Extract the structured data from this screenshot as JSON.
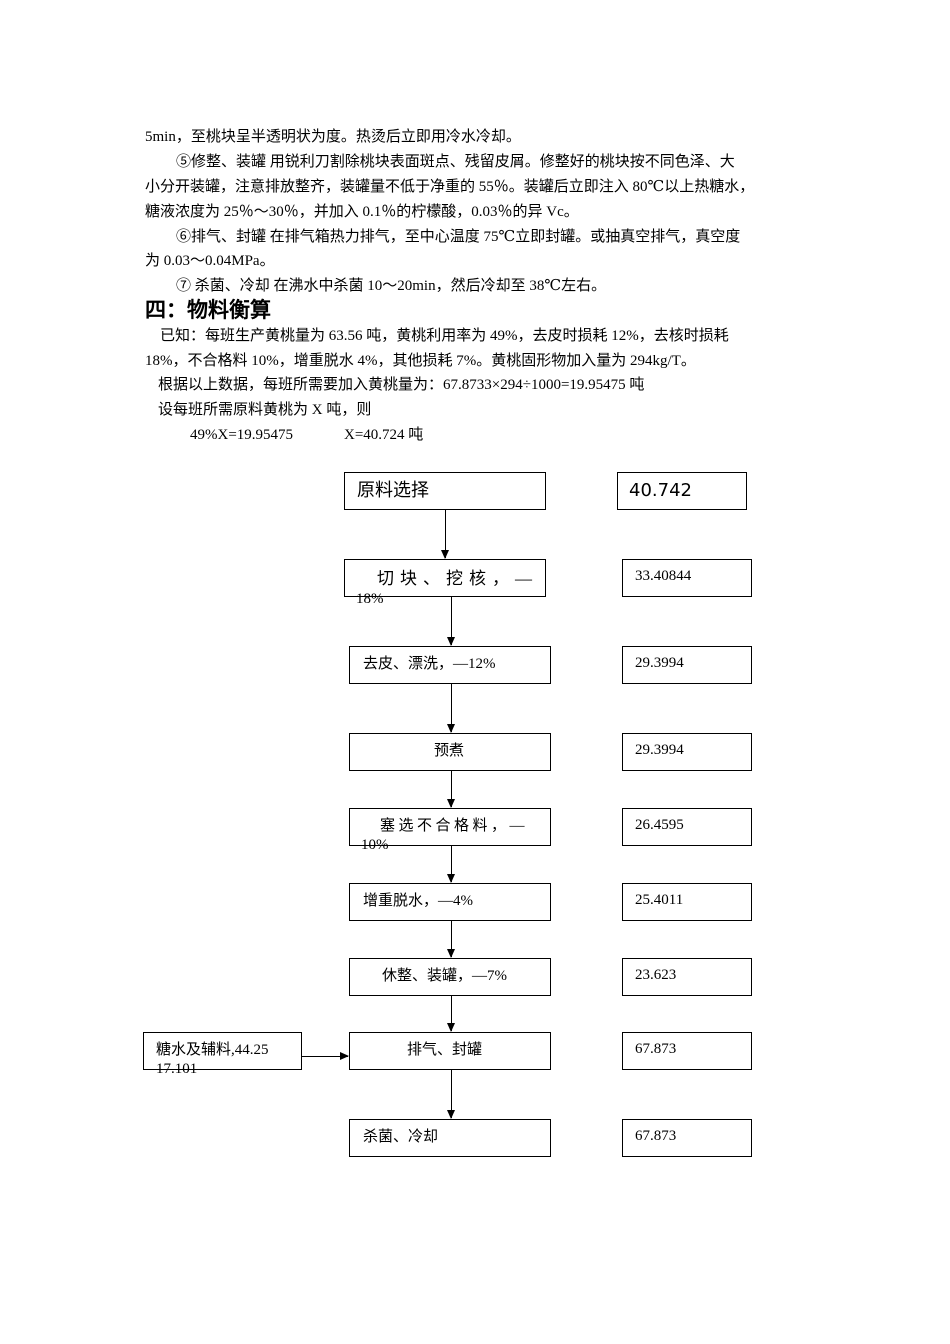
{
  "text": {
    "line1": "5min，至桃块呈半透明状为度。热烫后立即用冷水冷却。",
    "line2": "⑤修整、装罐 用锐利刀割除桃块表面斑点、残留皮屑。修整好的桃块按不同色泽、大",
    "line3": "小分开装罐，注意排放整齐，装罐量不低于净重的 55％。装罐后立即注入 80℃以上热糖水，",
    "line4": "糖液浓度为 25％～30％，并加入 0.1％的柠檬酸，0.03％的异 Vc。",
    "line5": "⑥排气、封罐 在排气箱热力排气，至中心温度 75℃立即封罐。或抽真空排气，真空度",
    "line6": "为 0.03～0.04MPa。",
    "line7": "⑦ 杀菌、冷却 在沸水中杀菌 10～20min，然后冷却至 38℃左右。",
    "heading": "四：物料衡算",
    "line8": "已知：每班生产黄桃量为 63.56 吨，黄桃利用率为 49%，去皮时损耗 12%，去核时损耗",
    "line9": "18%，不合格料 10%，增重脱水 4%，其他损耗 7%。黄桃固形物加入量为 294kg/T。",
    "line10": "根据以上数据，每班所需要加入黄桃量为：67.8733×294÷1000=19.95475 吨",
    "line11": "设每班所需原料黄桃为 X 吨，则",
    "line12a": "49%X=19.95475",
    "line12b": "X=40.724 吨"
  },
  "flow": {
    "steps": [
      {
        "label": "原料选择",
        "value": "40.742"
      },
      {
        "label1": "切块、挖核，—",
        "label2": "18%",
        "value": "33.40844"
      },
      {
        "label": "去皮、漂洗，—12%",
        "value": "29.3994"
      },
      {
        "label": "预煮",
        "value": "29.3994"
      },
      {
        "label1": "塞选不合格料，—",
        "label2": "10%",
        "value": "26.4595"
      },
      {
        "label": "增重脱水，—4%",
        "value": "25.4011"
      },
      {
        "label": "休整、装罐，—7%",
        "value": "23.623"
      },
      {
        "label": "排气、封罐",
        "value": "67.873"
      },
      {
        "label": "杀菌、冷却",
        "value": "67.873"
      }
    ],
    "side_input": {
      "line1": "糖水及辅料,44.25",
      "line2": "17.101"
    }
  }
}
